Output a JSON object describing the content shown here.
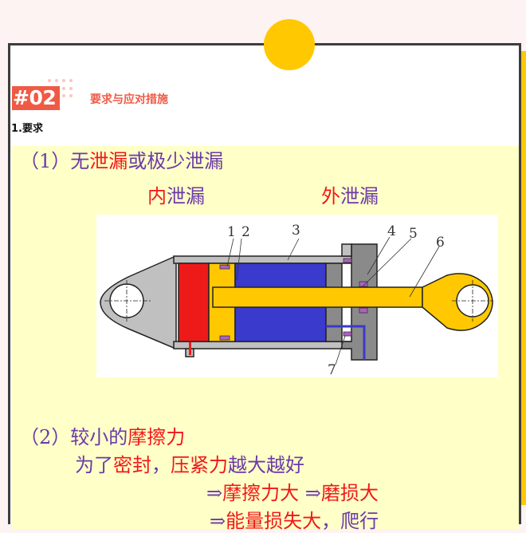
{
  "header": {
    "badge": "#02",
    "section_title": "要求与应对措施",
    "sub_title": "1.要求"
  },
  "slide": {
    "req1": {
      "prefix": "（1）无",
      "leak": "泄漏",
      "rest": "或极少泄漏"
    },
    "leak_types": {
      "internal_red": "内",
      "internal_rest": "泄漏",
      "external_red": "外",
      "external_rest": "泄漏"
    },
    "diagram_labels": [
      "1",
      "2",
      "3",
      "4",
      "5",
      "6",
      "7"
    ],
    "req2": {
      "prefix": "（2）较小的",
      "friction": "摩擦力"
    },
    "seal_line": {
      "a": "为了",
      "b": "密封",
      "c": "，",
      "d": "压紧力",
      "e": "越大越好"
    },
    "consequence1": {
      "arrow1": "⇒",
      "a": "摩擦力大",
      "arrow2": " ⇒",
      "b": "磨损大"
    },
    "consequence2": {
      "arrow": "⇒",
      "a": "能量损失大",
      "b": "，爬行"
    }
  },
  "colors": {
    "accent_red": "#f05a45",
    "accent_yellow": "#ffc800",
    "slide_bg": "#ffffc8",
    "text_purple": "#6a3aa8",
    "text_red": "#f01818"
  }
}
